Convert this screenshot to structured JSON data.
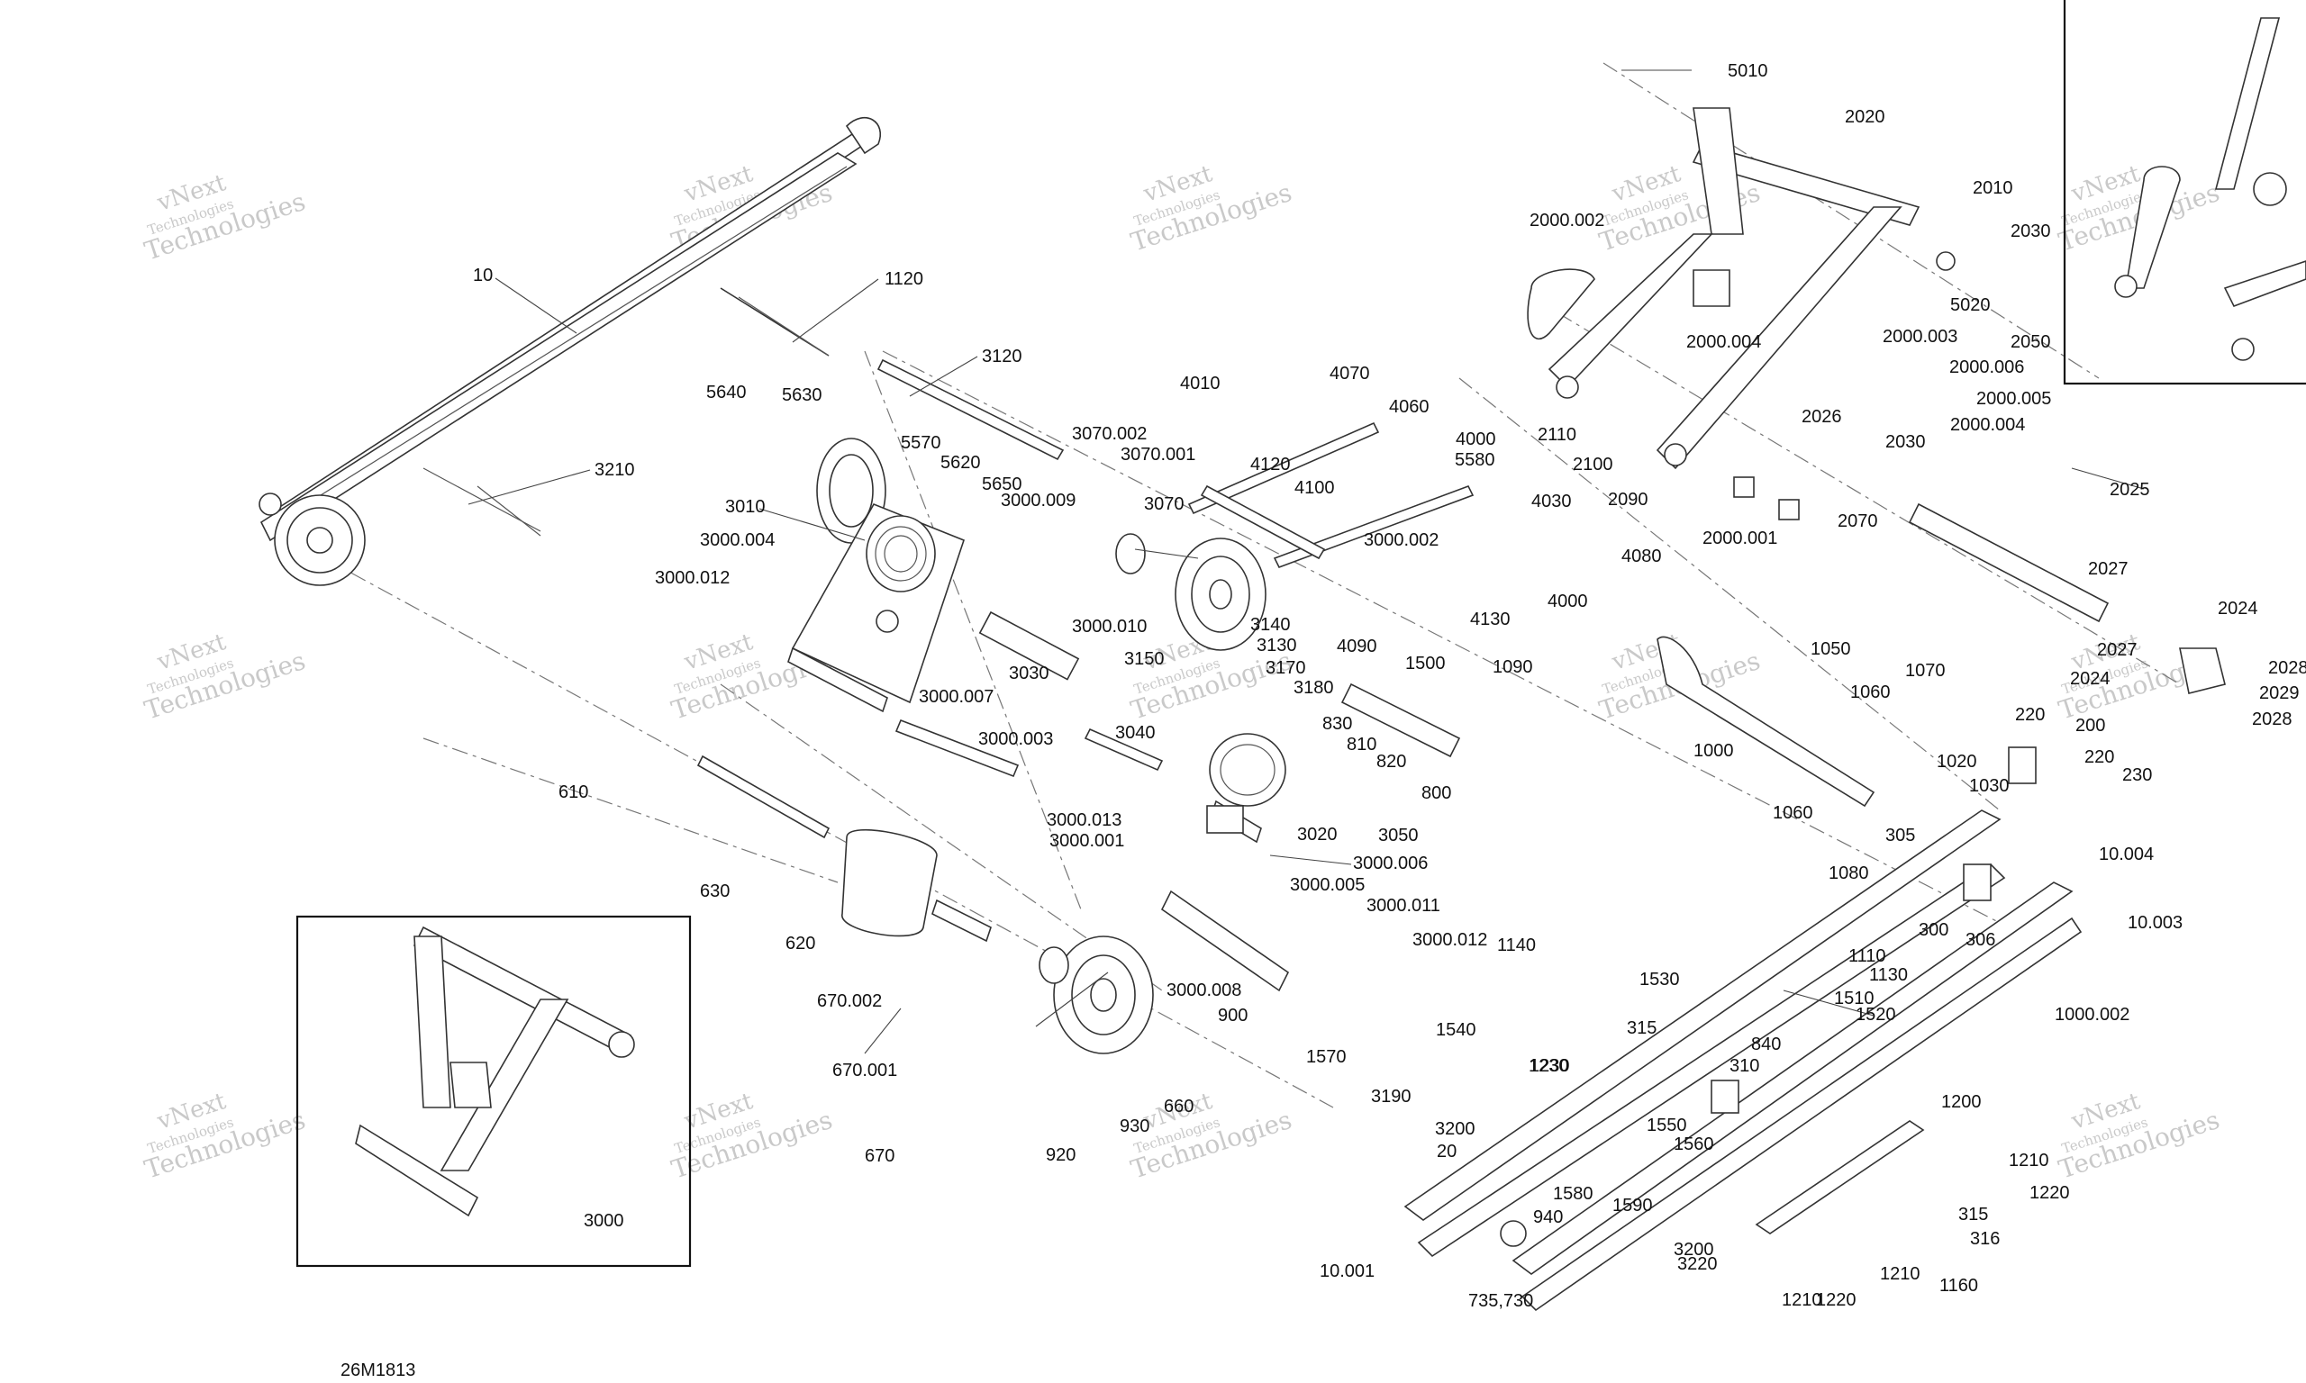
{
  "watermark": {
    "line1": "vNext",
    "line2": "Technologies",
    "line3": "Technologies"
  },
  "drawing_number": "26M1813",
  "labels": [
    "10",
    "1120",
    "3120",
    "3210",
    "3010",
    "3000.004",
    "3000.012",
    "5640",
    "5630",
    "5570",
    "5620",
    "5650",
    "3000.009",
    "3070.002",
    "3070.001",
    "3070",
    "4010",
    "4120",
    "4070",
    "4060",
    "4000",
    "4100",
    "5580",
    "4030",
    "3000.002",
    "4080",
    "4000",
    "4130",
    "4090",
    "3000.010",
    "3030",
    "3150",
    "3140",
    "3130",
    "3170",
    "3180",
    "1500",
    "1090",
    "830",
    "810",
    "820",
    "800",
    "3000.007",
    "3000.003",
    "3040",
    "3020",
    "3050",
    "3000.006",
    "3000.005",
    "3000.011",
    "3000.013",
    "3000.001",
    "610",
    "630",
    "620",
    "670.002",
    "670.001",
    "670",
    "920",
    "930",
    "660",
    "900",
    "3000.008",
    "3000",
    "3000.012",
    "1140",
    "1540",
    "1570",
    "3190",
    "1230",
    "3200",
    "20",
    "1550",
    "1560",
    "1580",
    "1590",
    "940",
    "10.001",
    "735,730",
    "310",
    "315",
    "1230",
    "1530",
    "5010",
    "2020",
    "2000.002",
    "2000.004",
    "2000.003",
    "2000.006",
    "2000.005",
    "2000.004",
    "2010",
    "2030",
    "5020",
    "2050",
    "2110",
    "2100",
    "2090",
    "2000.001",
    "2070",
    "2026",
    "2030",
    "2025",
    "2027",
    "2024",
    "2027",
    "2024",
    "2028",
    "2029",
    "2028",
    "1050",
    "1060",
    "1070",
    "1000",
    "220",
    "200",
    "220",
    "230",
    "1020",
    "1030",
    "1060",
    "1080",
    "305",
    "300",
    "306",
    "10.004",
    "10.003",
    "1110",
    "1130",
    "1510",
    "1520",
    "840",
    "1000.002",
    "1200",
    "1210",
    "1220",
    "315",
    "316",
    "1210",
    "1160",
    "3200",
    "3220",
    "1210",
    "1220"
  ]
}
